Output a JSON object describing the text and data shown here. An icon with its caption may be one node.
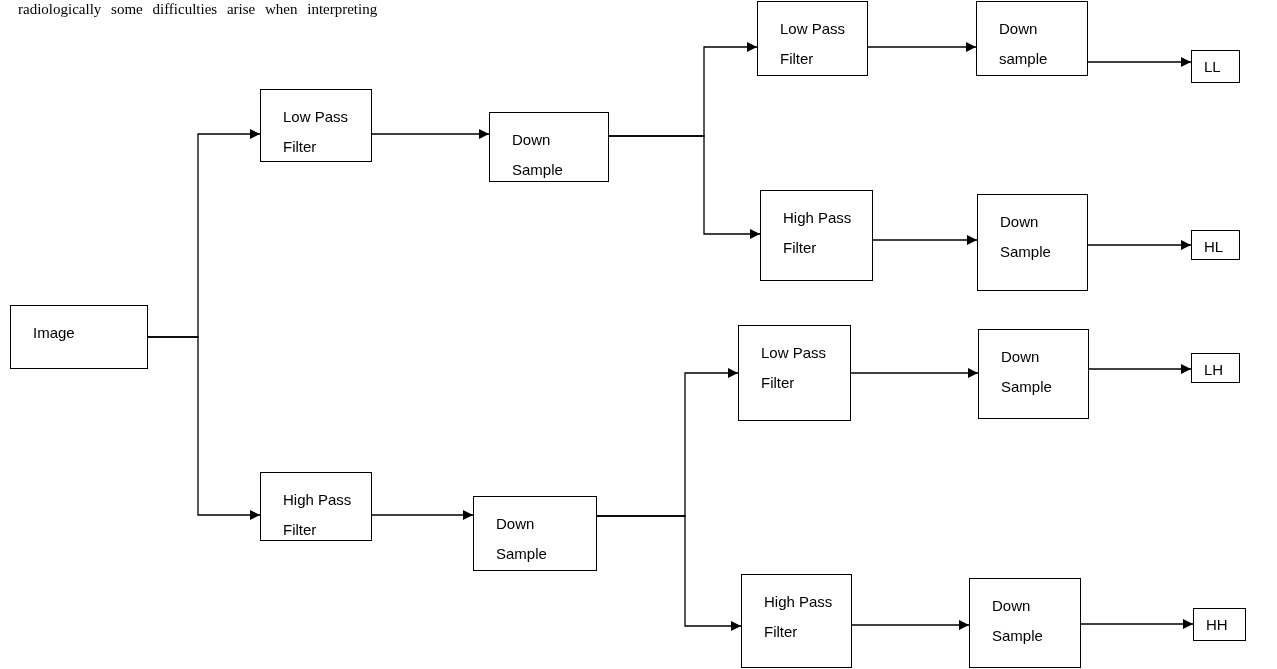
{
  "diagram": {
    "nodes": [
      {
        "text": [
          "Image"
        ]
      },
      {
        "text": [
          "Low Pass Filter"
        ]
      },
      {
        "text": [
          "Down Sample"
        ]
      },
      {
        "text": [
          "Low Pass Filter"
        ]
      },
      {
        "text": [
          "Down sample"
        ]
      },
      {
        "text": [
          "LL"
        ]
      },
      {
        "text": [
          "High Pass Filter"
        ]
      },
      {
        "text": [
          "Down Sample"
        ]
      },
      {
        "text": [
          "HL"
        ]
      },
      {
        "text": [
          "High Pass Filter"
        ]
      },
      {
        "text": [
          "Down Sample"
        ]
      },
      {
        "text": [
          "Low Pass Filter"
        ]
      },
      {
        "text": [
          "Down Sample"
        ]
      },
      {
        "text": [
          "LH"
        ]
      },
      {
        "text": [
          "High Pass Filter"
        ]
      },
      {
        "text": [
          "Down Sample"
        ]
      },
      {
        "text": [
          "HH"
        ]
      }
    ],
    "edges": [
      {
        "from": 0,
        "to": 1,
        "arrow": "to"
      },
      {
        "from": 0,
        "to": 9,
        "arrow": "to"
      },
      {
        "from": 1,
        "to": 2,
        "arrow": "to"
      },
      {
        "from": 2,
        "to": 3,
        "arrow": "to"
      },
      {
        "from": 2,
        "to": 6,
        "arrow": "to"
      },
      {
        "from": 3,
        "to": 4,
        "arrow": "to"
      },
      {
        "from": 4,
        "to": 5,
        "arrow": "to"
      },
      {
        "from": 6,
        "to": 7,
        "arrow": "to"
      },
      {
        "from": 7,
        "to": 8,
        "arrow": "to"
      },
      {
        "from": 9,
        "to": 10,
        "arrow": "to"
      },
      {
        "from": 10,
        "to": 11,
        "arrow": "to"
      },
      {
        "from": 10,
        "to": 14,
        "arrow": "to"
      },
      {
        "from": 11,
        "to": 12,
        "arrow": "to"
      },
      {
        "from": 12,
        "to": 13,
        "arrow": "to"
      },
      {
        "from": 14,
        "to": 15,
        "arrow": "to"
      },
      {
        "from": 15,
        "to": 16,
        "arrow": "to"
      }
    ],
    "labels": [
      "radiologically some difficulties arise when interpreting"
    ]
  }
}
